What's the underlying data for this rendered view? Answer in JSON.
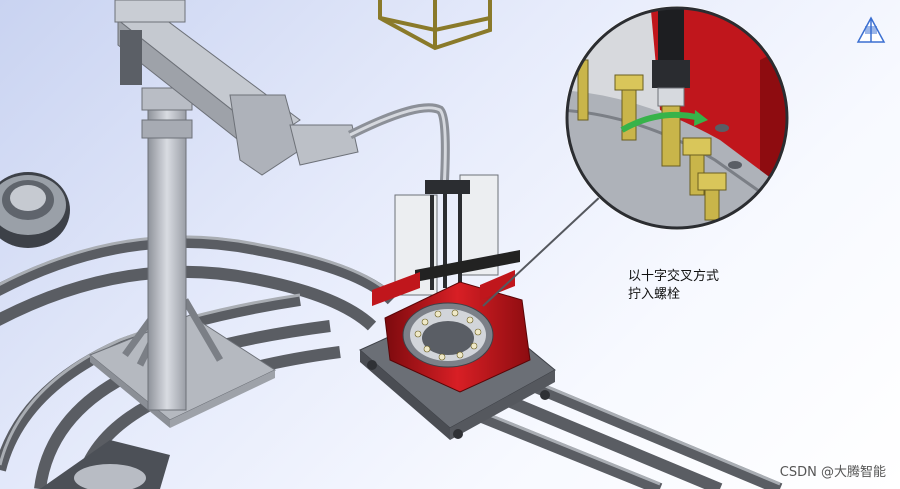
{
  "caption": {
    "line1": "以十字交叉方式",
    "line2": "拧入螺栓"
  },
  "watermark": "CSDN @大腾智能",
  "colors": {
    "fixture_red": "#c0161c",
    "track_grey": "#6a6d73",
    "arm_grey": "#b8bcc4",
    "background": "#dde4fa",
    "bolt_gold": "#c9b54a",
    "arrow_green": "#37b34a"
  },
  "icons": {
    "logo": "pyramid-logo-icon"
  }
}
